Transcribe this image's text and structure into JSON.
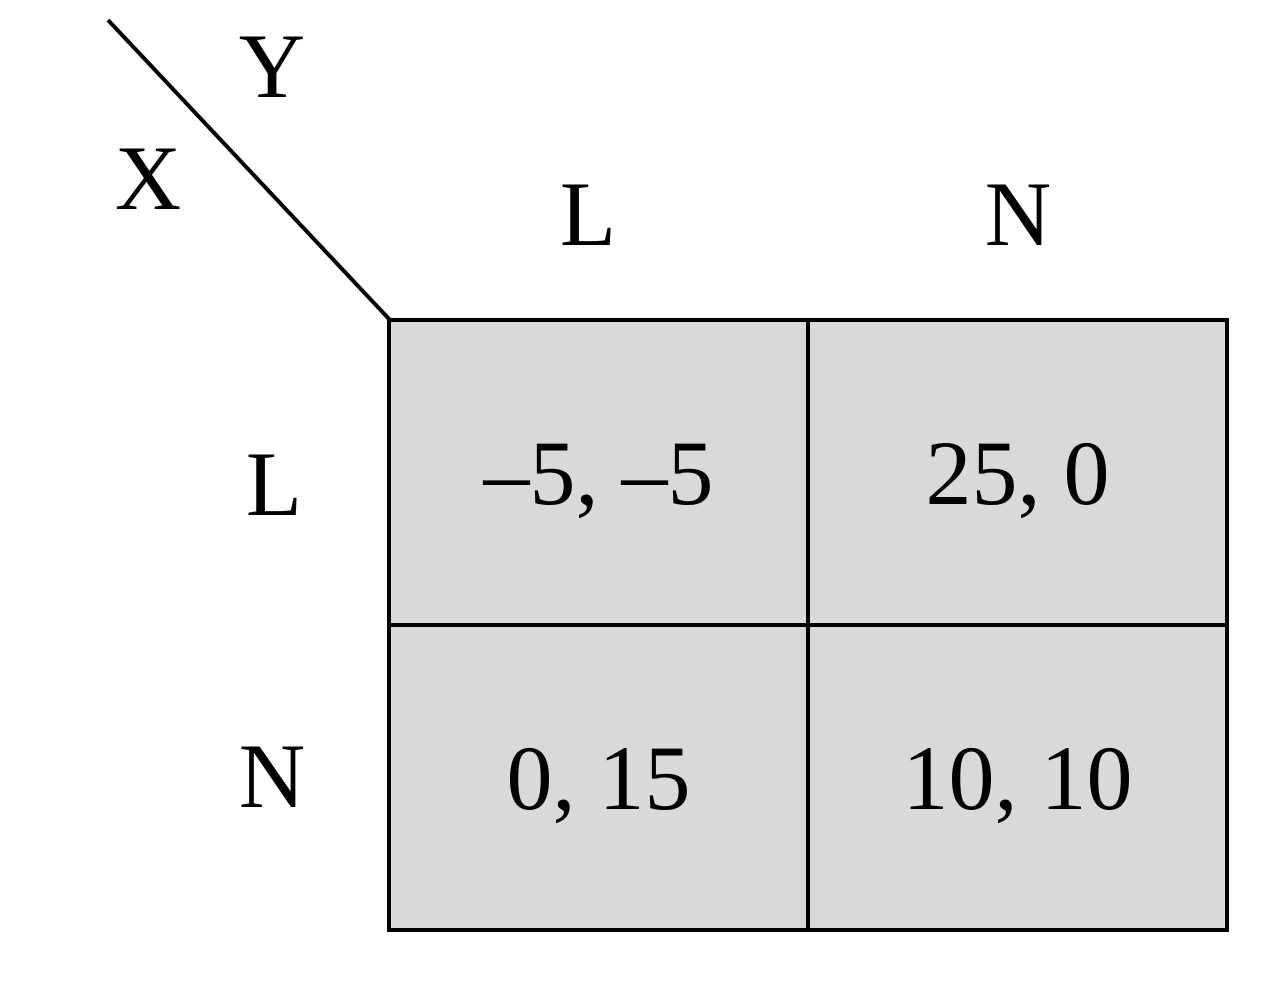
{
  "players": {
    "row_player": "X",
    "column_player": "Y"
  },
  "columns": [
    "L",
    "N"
  ],
  "rows": [
    "L",
    "N"
  ],
  "payoffs": [
    [
      "–5, –5",
      "25, 0"
    ],
    [
      "0, 15",
      "10, 10"
    ]
  ],
  "colors": {
    "cell_fill": "#d9d9d9",
    "line": "#000000",
    "background": "#ffffff"
  }
}
